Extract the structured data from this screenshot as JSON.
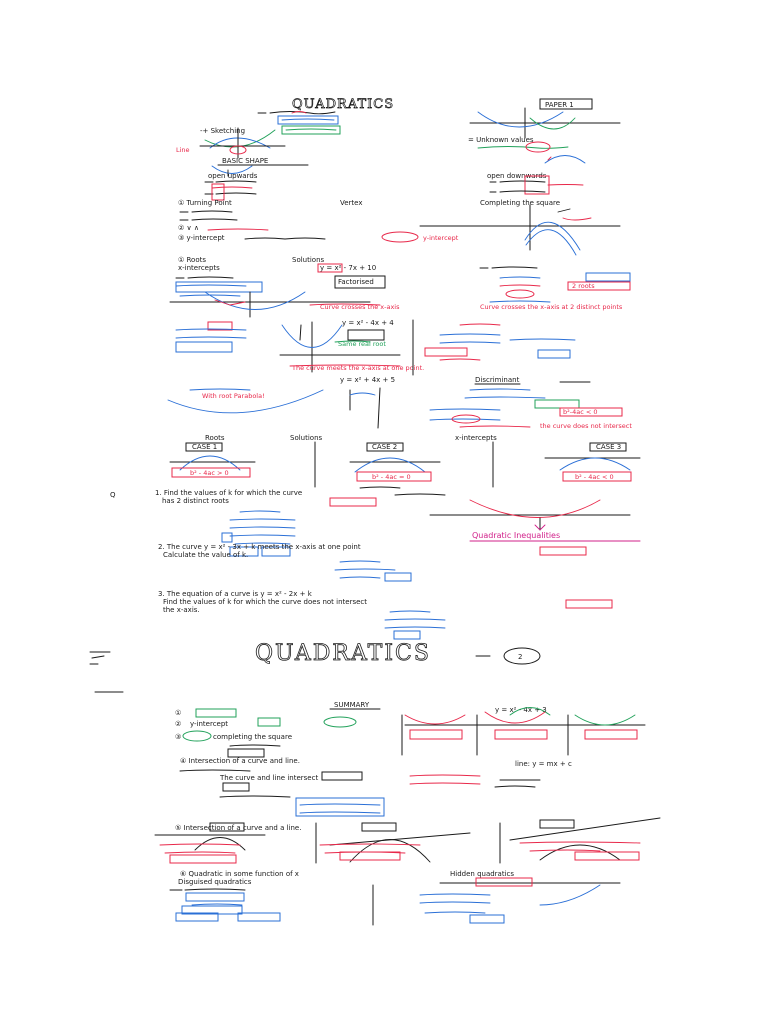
{
  "page": {
    "title_1": "QUADRATICS",
    "title_2": "QUADRATICS",
    "part_2_label": "2",
    "paper_label": "PAPER 1",
    "summary_label": "SUMMARY",
    "basic_shape": "BASIC SHAPE",
    "quadratic_inequalities": "Quadratic Inequalities",
    "roots": "Roots",
    "solutions": "Solutions",
    "x_intercepts": "x-intercepts",
    "vertex": "Vertex",
    "completing_square": "Completing the square",
    "discriminant": "Discriminant",
    "disguised_quadratics": "Disguised quadratics",
    "hidden_quadratics": "Hidden quadratics",
    "case_1": "CASE 1",
    "case_2": "CASE 2",
    "case_3": "CASE 3",
    "disc_gt0": "b² - 4ac > 0",
    "disc_eq0": "b² - 4ac = 0",
    "disc_lt0": "b² - 4ac < 0",
    "q_roots_1": "y = x² - 7x + 10",
    "q_roots_2": "y = x² - 4x + 4",
    "q_roots_3": "y = x² + 4x + 5",
    "q_inter": "y = x² - 4x + 3"
  },
  "colors": {
    "ink": "#1a1a1a",
    "red": "#e8284a",
    "blue": "#2a6fd6",
    "green": "#21a15a",
    "magenta": "#d1208a"
  }
}
